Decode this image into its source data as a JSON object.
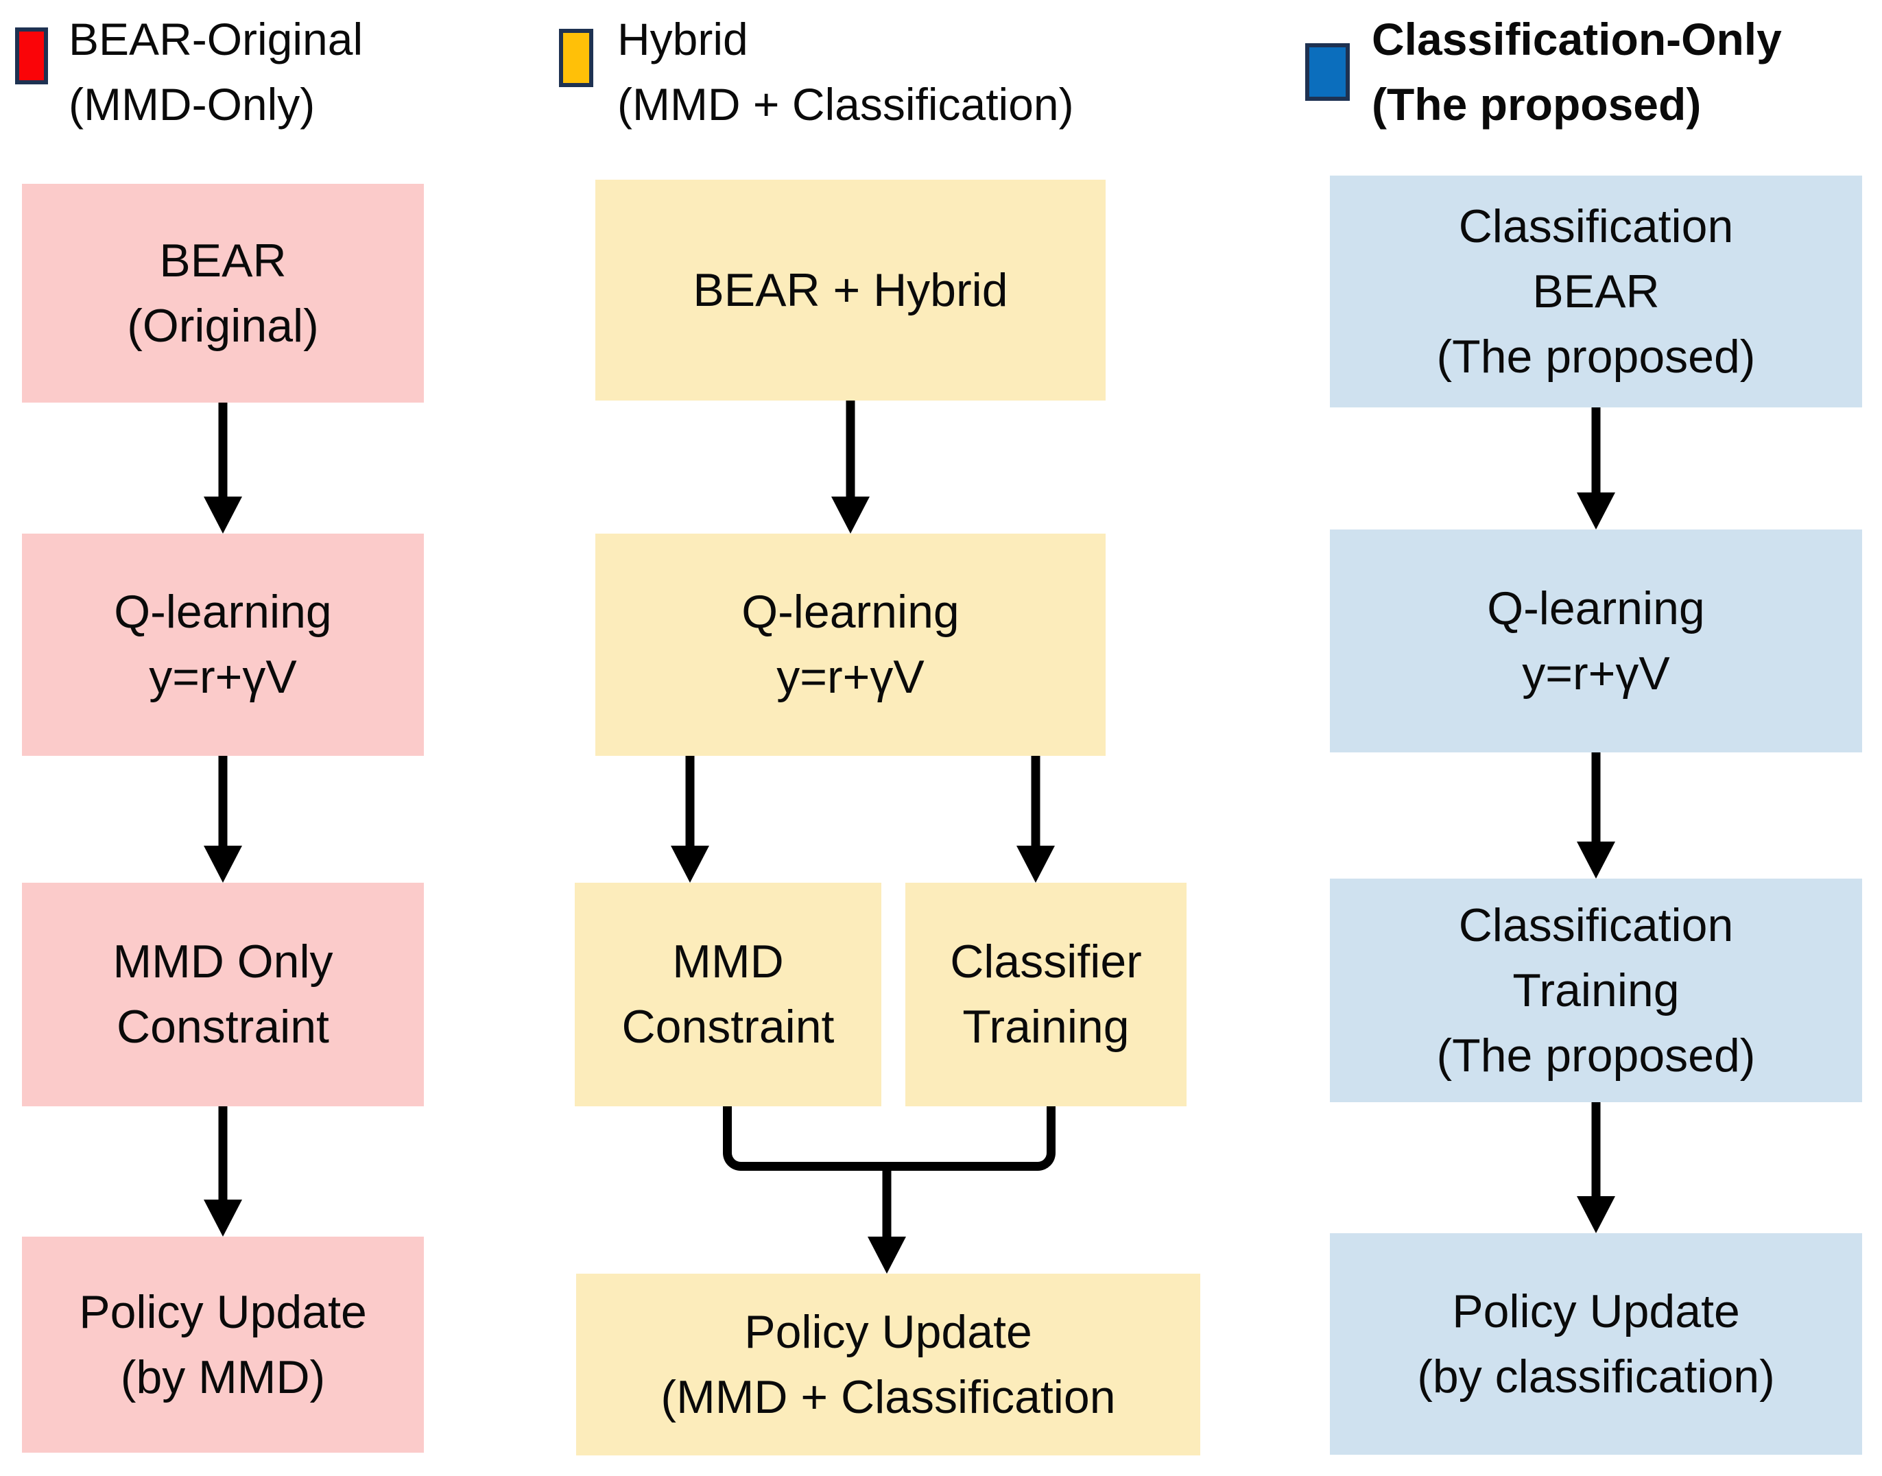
{
  "diagram": {
    "title": "BEAR policy-constraint variants flowchart",
    "background_color": "#FFFFFF",
    "arrow_color": "#000000",
    "text_color": "#0A0A0A",
    "swatch_border_color": "#1E3252",
    "columns": [
      {
        "id": "bear-original",
        "legend": {
          "swatch_color": "#FA0408",
          "bold": false,
          "lines": [
            "BEAR-Original",
            "(MMD-Only)"
          ]
        },
        "box_fill": "#FBCBCA",
        "boxes": [
          {
            "name": "bear-original",
            "lines": [
              "BEAR",
              "(Original)"
            ]
          },
          {
            "name": "q-learning",
            "lines": [
              "Q-learning",
              "y=r+γV"
            ]
          },
          {
            "name": "mmd-only-constraint",
            "lines": [
              "MMD Only",
              "Constraint"
            ]
          },
          {
            "name": "policy-update-by-mmd",
            "lines": [
              "Policy Update",
              "(by MMD)"
            ]
          }
        ]
      },
      {
        "id": "hybrid",
        "legend": {
          "swatch_color": "#FFC008",
          "bold": false,
          "lines": [
            "Hybrid",
            "(MMD + Classification)"
          ]
        },
        "box_fill": "#FCECBB",
        "boxes": [
          {
            "name": "bear-plus-hybrid",
            "lines": [
              "BEAR + Hybrid"
            ]
          },
          {
            "name": "q-learning",
            "lines": [
              "Q-learning",
              "y=r+γV"
            ]
          },
          {
            "name": "mmd-constraint",
            "lines": [
              "MMD",
              "Constraint"
            ]
          },
          {
            "name": "classifier-training",
            "lines": [
              "Classifier",
              "Training"
            ]
          },
          {
            "name": "policy-update-hybrid",
            "lines": [
              "Policy Update",
              "(MMD + Classification"
            ]
          }
        ]
      },
      {
        "id": "classification-only",
        "legend": {
          "swatch_color": "#0B6EBD",
          "bold": true,
          "lines": [
            "Classification-Only",
            "(The proposed)"
          ]
        },
        "box_fill": "#CFE1EF",
        "boxes": [
          {
            "name": "classification-bear",
            "lines": [
              "Classification",
              "BEAR",
              "(The proposed)"
            ]
          },
          {
            "name": "q-learning",
            "lines": [
              "Q-learning",
              "y=r+γV"
            ]
          },
          {
            "name": "classification-training",
            "lines": [
              "Classification",
              "Training",
              "(The proposed)"
            ]
          },
          {
            "name": "policy-update-by-classification",
            "lines": [
              "Policy Update",
              "(by classification)"
            ]
          }
        ]
      }
    ]
  }
}
